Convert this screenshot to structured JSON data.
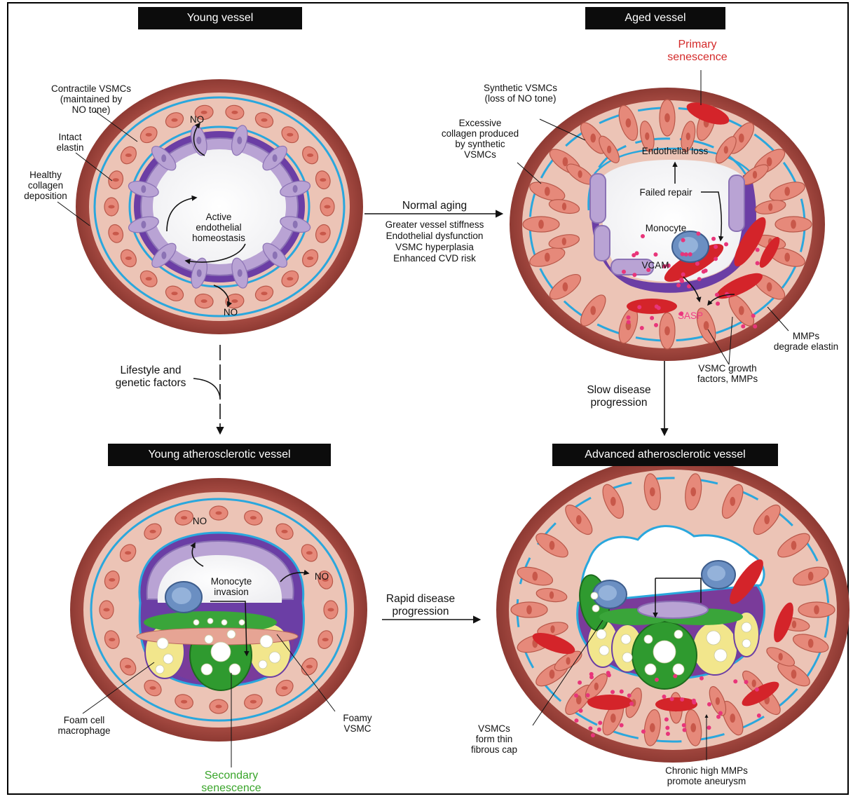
{
  "panels": {
    "young_vessel": {
      "title": "Young vessel",
      "labels": {
        "contractile": "Contractile VSMCs\n(maintained by\nNO tone)",
        "elastin": "Intact\nelastin",
        "collagen": "Healthy\ncollagen\ndeposition",
        "homeostasis": "Active\nendothelial\nhomeostasis",
        "no_top": "NO",
        "no_bottom": "NO"
      }
    },
    "aged_vessel": {
      "title": "Aged vessel",
      "labels": {
        "primary": "Primary\nsenescence",
        "synthetic": "Synthetic VSMCs\n(loss of NO tone)",
        "excessive": "Excessive\ncollagen produced\nby synthetic\nVSMCs",
        "endothelial_loss": "Endothelial loss",
        "failed_repair": "Failed repair",
        "monocyte": "Monocyte",
        "vcam": "VCAM",
        "sasp": "SASP",
        "mmps_degrade": "MMPs\ndegrade elastin",
        "growth_factors": "VSMC growth\nfactors, MMPs"
      }
    },
    "young_athero": {
      "title": "Young atherosclerotic vessel",
      "labels": {
        "no_top": "NO",
        "no_right": "NO",
        "monocyte_invasion": "Monocyte\ninvasion",
        "foamy_vsmc": "Foamy\nVSMC",
        "foam_cell": "Foam cell\nmacrophage",
        "secondary": "Secondary\nsenescence"
      }
    },
    "advanced_athero": {
      "title": "Advanced atherosclerotic vessel",
      "labels": {
        "thin_cap": "VSMCs\nform thin\nfibrous cap",
        "chronic": "Chronic high MMPs\npromote aneurysm"
      }
    }
  },
  "transitions": {
    "normal_aging": {
      "title": "Normal aging",
      "effects": [
        "Greater vessel stiffness",
        "Endothelial dysfunction",
        "VSMC hyperplasia",
        "Enhanced CVD risk"
      ]
    },
    "lifestyle": "Lifestyle and\ngenetic factors",
    "slow": "Slow disease\nprogression",
    "rapid": "Rapid disease\nprogression"
  },
  "colors": {
    "adventitia": "#a5443c",
    "media": "#ecc4b6",
    "elastin": "#2aa7dd",
    "endothelium": "#b9a3d4",
    "basement": "#6b3ea5",
    "vsmc_contractile": "#e6897a",
    "vsmc_senescent": "#d4242a",
    "foam_macrophage": "#f2e68c",
    "foamy_vsmc_green": "#2f9a2f",
    "monocyte": "#6b8fc2",
    "sasp": "#e8357a",
    "header_bg": "#0c0c0c"
  }
}
